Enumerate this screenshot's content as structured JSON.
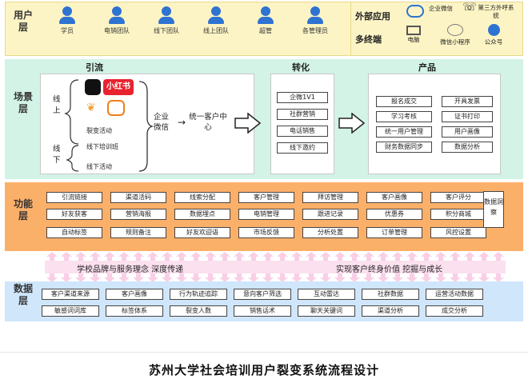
{
  "layers": {
    "user": "用户层",
    "scene": "场景层",
    "function": "功能层",
    "data": "数据层"
  },
  "users": [
    "学员",
    "电销团队",
    "线下团队",
    "线上团队",
    "超管",
    "各管理员"
  ],
  "external": {
    "label_top": "外部应用",
    "label_bottom": "多终端",
    "items": [
      {
        "label": "企业微信",
        "icon": "wecom-icon"
      },
      {
        "label": "第三方外呼系统",
        "icon": "phone-icon"
      },
      {
        "label": "电脑",
        "icon": "computer-icon"
      },
      {
        "label": "微信小程序",
        "icon": "miniprogram-icon"
      },
      {
        "label": "公众号",
        "icon": "official-account-icon"
      }
    ]
  },
  "scene": {
    "sections": {
      "yinliu": "引流",
      "zhuanhua": "转化",
      "chanpin": "产品"
    },
    "online": "线上",
    "offline": "线下",
    "xiaohongshu": "小红书",
    "viral": "裂变活动",
    "offline_items": [
      "线下培训班",
      "线下活动"
    ],
    "wecom_label": "企业微信",
    "unify": "统一客户中心",
    "conversion": [
      "企微1V1",
      "社群营销",
      "电话销售",
      "线下邀约"
    ],
    "products_left": [
      "报名成交",
      "学习考核",
      "统一用户管理",
      "财务数据同步"
    ],
    "products_right": [
      "开具发票",
      "证书打印",
      "用户画像",
      "数据分析"
    ]
  },
  "functions": {
    "rows": [
      [
        "引流链接",
        "渠道活码",
        "线索分配",
        "客户管理",
        "拜访管理",
        "客户画像",
        "客户评分"
      ],
      [
        "好友获客",
        "营销海报",
        "数据埋点",
        "电销管理",
        "跟进记录",
        "优惠券",
        "积分商城"
      ],
      [
        "自动标签",
        "规则备注",
        "好友欢迎语",
        "市场反馈",
        "分析处置",
        "订单管理",
        "风控设置"
      ]
    ],
    "side": "数据洞察"
  },
  "flow": {
    "left": "学校品牌与服务理念 深度传递",
    "right": "实现客户终身价值 挖掘与成长"
  },
  "data": {
    "rows": [
      [
        "客户渠道来源",
        "客户画像",
        "行为轨迹追踪",
        "意向客户筛选",
        "互动雷达",
        "社群数据",
        "运营活动数据"
      ],
      [
        "敏感词词库",
        "标签体系",
        "裂变人数",
        "销售话术",
        "聊天关键词",
        "渠道分析",
        "成交分析"
      ]
    ]
  },
  "caption": "苏州大学社会培训用户裂变系统流程设计",
  "colors": {
    "user_band": "#fcf4c4",
    "scene_band": "#d2f3e6",
    "function_band": "#fbb06a",
    "data_band": "#cfe6fb",
    "arrow_fill": "#f9cfe6",
    "icon_blue": "#2e72d2",
    "xiaohongshu_red": "#e8232f"
  }
}
